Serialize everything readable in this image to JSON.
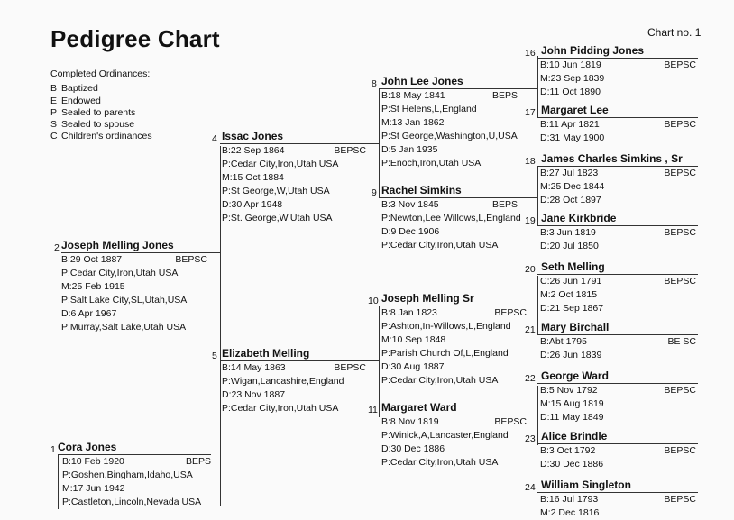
{
  "title": "Pedigree Chart",
  "chart_no": "Chart no. 1",
  "legend": {
    "header": "Completed Ordinances:",
    "items": [
      {
        "code": "B",
        "label": "Baptized"
      },
      {
        "code": "E",
        "label": "Endowed"
      },
      {
        "code": "P",
        "label": "Sealed to parents"
      },
      {
        "code": "S",
        "label": "Sealed to spouse"
      },
      {
        "code": "C",
        "label": "Children's ordinances"
      }
    ]
  },
  "people": {
    "p1": {
      "num": "1",
      "name": "Cora Jones",
      "ord": "BEPS",
      "lines": [
        "B:10 Feb 1920",
        "P:Goshen,Bingham,Idaho,USA",
        "M:17 Jun 1942",
        "P:Castleton,Lincoln,Nevada USA"
      ]
    },
    "p2": {
      "num": "2",
      "name": "Joseph Melling Jones",
      "ord": "BEPSC",
      "lines": [
        "B:29 Oct 1887",
        "P:Cedar City,Iron,Utah USA",
        "M:25 Feb 1915",
        "P:Salt Lake City,SL,Utah,USA",
        "D:6 Apr 1967",
        "P:Murray,Salt Lake,Utah USA"
      ]
    },
    "p4": {
      "num": "4",
      "name": "Issac Jones",
      "ord": "BEPSC",
      "lines": [
        "B:22 Sep 1864",
        "P:Cedar City,Iron,Utah USA",
        "M:15 Oct 1884",
        "P:St George,W,Utah USA",
        "D:30 Apr 1948",
        "P:St. George,W,Utah USA"
      ]
    },
    "p5": {
      "num": "5",
      "name": "Elizabeth Melling",
      "ord": "BEPSC",
      "lines": [
        "B:14 May 1863",
        "P:Wigan,Lancashire,England",
        "D:23 Nov 1887",
        "P:Cedar City,Iron,Utah USA"
      ]
    },
    "p8": {
      "num": "8",
      "name": "John Lee Jones",
      "ord": "BEPS",
      "lines": [
        "B:18 May 1841",
        "P:St Helens,L,England",
        "M:13 Jan 1862",
        "P:St George,Washington,U,USA",
        "D:5 Jan 1935",
        "P:Enoch,Iron,Utah USA"
      ]
    },
    "p9": {
      "num": "9",
      "name": "Rachel Simkins",
      "ord": "BEPS",
      "lines": [
        "B:3 Nov 1845",
        "P:Newton,Lee Willows,L,England",
        "D:9 Dec 1906",
        "P:Cedar City,Iron,Utah USA"
      ]
    },
    "p10": {
      "num": "10",
      "name": "Joseph Melling Sr",
      "ord": "BEPSC",
      "lines": [
        "B:8 Jan 1823",
        "P:Ashton,In-Willows,L,England",
        "M:10 Sep 1848",
        "P:Parish Church Of,L,England",
        "D:30 Aug 1887",
        "P:Cedar City,Iron,Utah USA"
      ]
    },
    "p11": {
      "num": "11",
      "name": "Margaret Ward",
      "ord": "BEPSC",
      "lines": [
        "B:8 Nov 1819",
        "P:Winick,A,Lancaster,England",
        "D:30 Dec 1886",
        "P:Cedar City,Iron,Utah USA"
      ]
    },
    "p16": {
      "num": "16",
      "name": "John Pidding Jones",
      "ord": "BEPSC",
      "lines": [
        "B:10 Jun 1819",
        "M:23 Sep 1839",
        "D:11 Oct 1890"
      ]
    },
    "p17": {
      "num": "17",
      "name": "Margaret Lee",
      "ord": "BEPSC",
      "lines": [
        "B:11 Apr 1821",
        "D:31 May 1900"
      ]
    },
    "p18": {
      "num": "18",
      "name": "James Charles Simkins , Sr",
      "ord": "BEPSC",
      "lines": [
        "B:27 Jul 1823",
        "M:25 Dec 1844",
        "D:28 Oct 1897"
      ]
    },
    "p19": {
      "num": "19",
      "name": "Jane Kirkbride",
      "ord": "BEPSC",
      "lines": [
        "B:3 Jun 1819",
        "D:20 Jul 1850"
      ]
    },
    "p20": {
      "num": "20",
      "name": "Seth Melling",
      "ord": "BEPSC",
      "lines": [
        "C:26 Jun 1791",
        "M:2 Oct 1815",
        "D:21 Sep 1867"
      ]
    },
    "p21": {
      "num": "21",
      "name": "Mary Birchall",
      "ord": "BE SC",
      "lines": [
        "B:Abt 1795",
        "D:26 Jun 1839"
      ]
    },
    "p22": {
      "num": "22",
      "name": "George Ward",
      "ord": "BEPSC",
      "lines": [
        "B:5 Nov 1792",
        "M:15 Aug 1819",
        "D:11 May 1849"
      ]
    },
    "p23": {
      "num": "23",
      "name": "Alice Brindle",
      "ord": "BEPSC",
      "lines": [
        "B:3 Oct 1792",
        "D:30 Dec 1886"
      ]
    },
    "p24": {
      "num": "24",
      "name": "William Singleton",
      "ord": "BEPSC",
      "lines": [
        "B:16 Jul 1793",
        "M:2 Dec 1816"
      ]
    }
  }
}
